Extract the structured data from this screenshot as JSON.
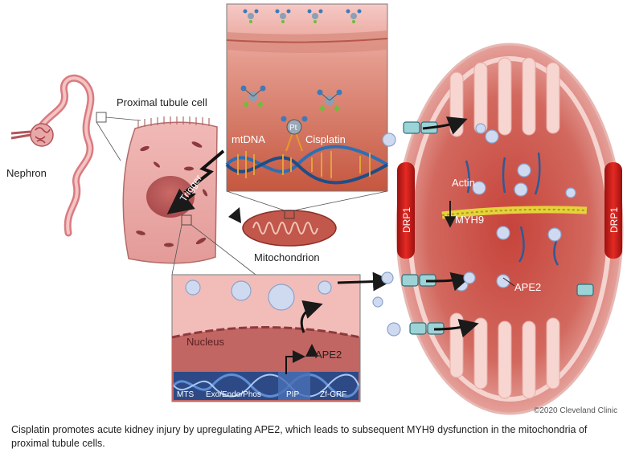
{
  "labels": {
    "proximal_tubule_cell": "Proximal tubule cell",
    "nephron": "Nephron",
    "trigger": "Trigger",
    "mtdna": "mtDNA",
    "cisplatin": "Cisplatin",
    "pt": "Pt",
    "mitochondrion": "Mitochondrion",
    "nucleus": "Nucleus",
    "ape2_nucleus": "APE2",
    "actin": "Actin",
    "myh9": "MYH9",
    "ape2_mito": "APE2",
    "drp1_left": "DRP1",
    "drp1_right": "DRP1"
  },
  "gene_domains": [
    "MTS",
    "Exo/Endo/Phos",
    "PIP",
    "Zf-GRF"
  ],
  "copyright": "©2020 Cleveland Clinic",
  "caption": "Cisplatin promotes acute kidney injury by upregulating APE2, which leads to subsequent MYH9 dysfunction in the mitochondria of proximal tubule cells.",
  "colors": {
    "cell_pink": "#e9a7a6",
    "mito_red": "#c0392b",
    "dna_blue": "#2e6fb3",
    "actin_yellow": "#e6d23a",
    "drp1_red": "#d11f1f"
  }
}
